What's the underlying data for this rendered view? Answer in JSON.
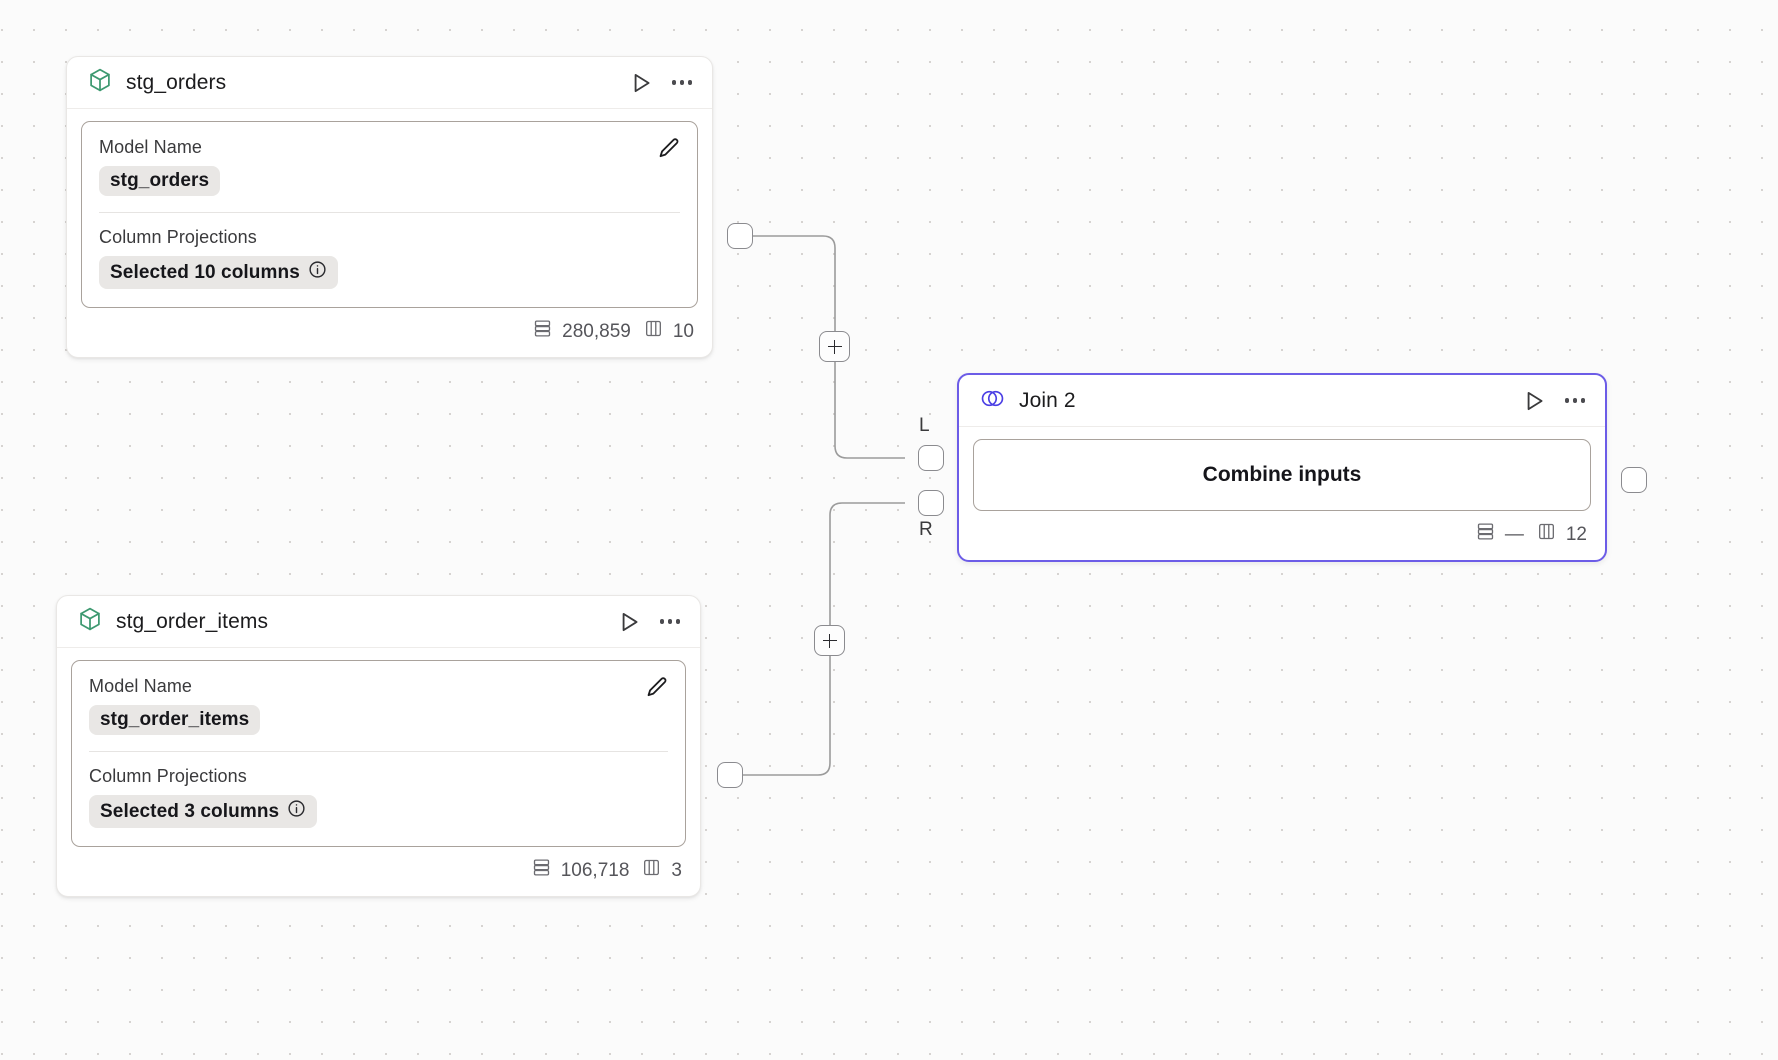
{
  "canvas": {
    "background_color": "#fbfbfb",
    "grid": "dot-grid",
    "grid_spacing": 32
  },
  "nodes": [
    {
      "id": "stg_orders",
      "icon": "cube-icon",
      "icon_color": "#3d9970",
      "title": "stg_orders",
      "run_label": "Run",
      "menu_label": "More options",
      "fields": [
        {
          "label": "Model Name",
          "value": "stg_orders",
          "has_info": false
        },
        {
          "label": "Column Projections",
          "value": "Selected 10 columns",
          "has_info": true
        }
      ],
      "footer": {
        "rows_icon": "rows-icon",
        "rows": "280,859",
        "cols_icon": "columns-icon",
        "cols": "10"
      }
    },
    {
      "id": "stg_order_items",
      "icon": "cube-icon",
      "icon_color": "#3d9970",
      "title": "stg_order_items",
      "run_label": "Run",
      "menu_label": "More options",
      "fields": [
        {
          "label": "Model Name",
          "value": "stg_order_items",
          "has_info": false
        },
        {
          "label": "Column Projections",
          "value": "Selected 3 columns",
          "has_info": true
        }
      ],
      "footer": {
        "rows_icon": "rows-icon",
        "rows": "106,718",
        "cols_icon": "columns-icon",
        "cols": "3"
      }
    },
    {
      "id": "join_2",
      "icon": "join-venn-icon",
      "icon_color": "#4b3fe4",
      "title": "Join 2",
      "selected": true,
      "accent_color": "#6c5ce7",
      "run_label": "Run",
      "menu_label": "More options",
      "combine_label": "Combine inputs",
      "footer": {
        "rows_icon": "rows-icon",
        "rows": "—",
        "cols_icon": "columns-icon",
        "cols": "12"
      }
    }
  ],
  "handles": {
    "left_input_label": "L",
    "right_input_label": "R"
  },
  "edge_buttons": {
    "add_label": "+"
  }
}
